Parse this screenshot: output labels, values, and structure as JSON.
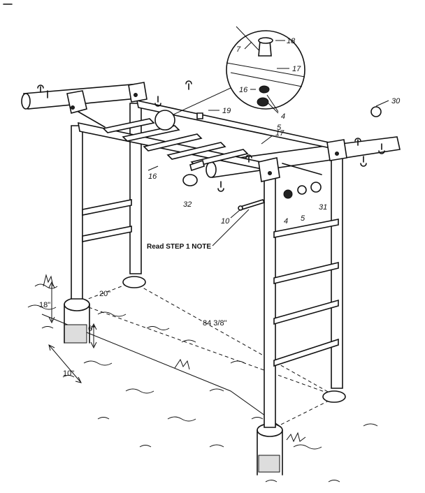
{
  "callouts": {
    "c18": "18",
    "c7": "7",
    "c17_inset": "17",
    "c16_inset": "16",
    "c4_inset": "4",
    "c5_inset": "5",
    "c19": "19",
    "c30": "30",
    "c17": "17",
    "c16": "16",
    "c32": "32",
    "c10": "10",
    "c4": "4",
    "c5": "5",
    "c31": "31"
  },
  "note": "Read STEP 1 NOTE",
  "dimensions": {
    "span": "84 3/8\"",
    "hole_spacing": "20\"",
    "hole_depth": "18\"",
    "concrete_depth": "6\"",
    "hole_diameter": "10\""
  }
}
